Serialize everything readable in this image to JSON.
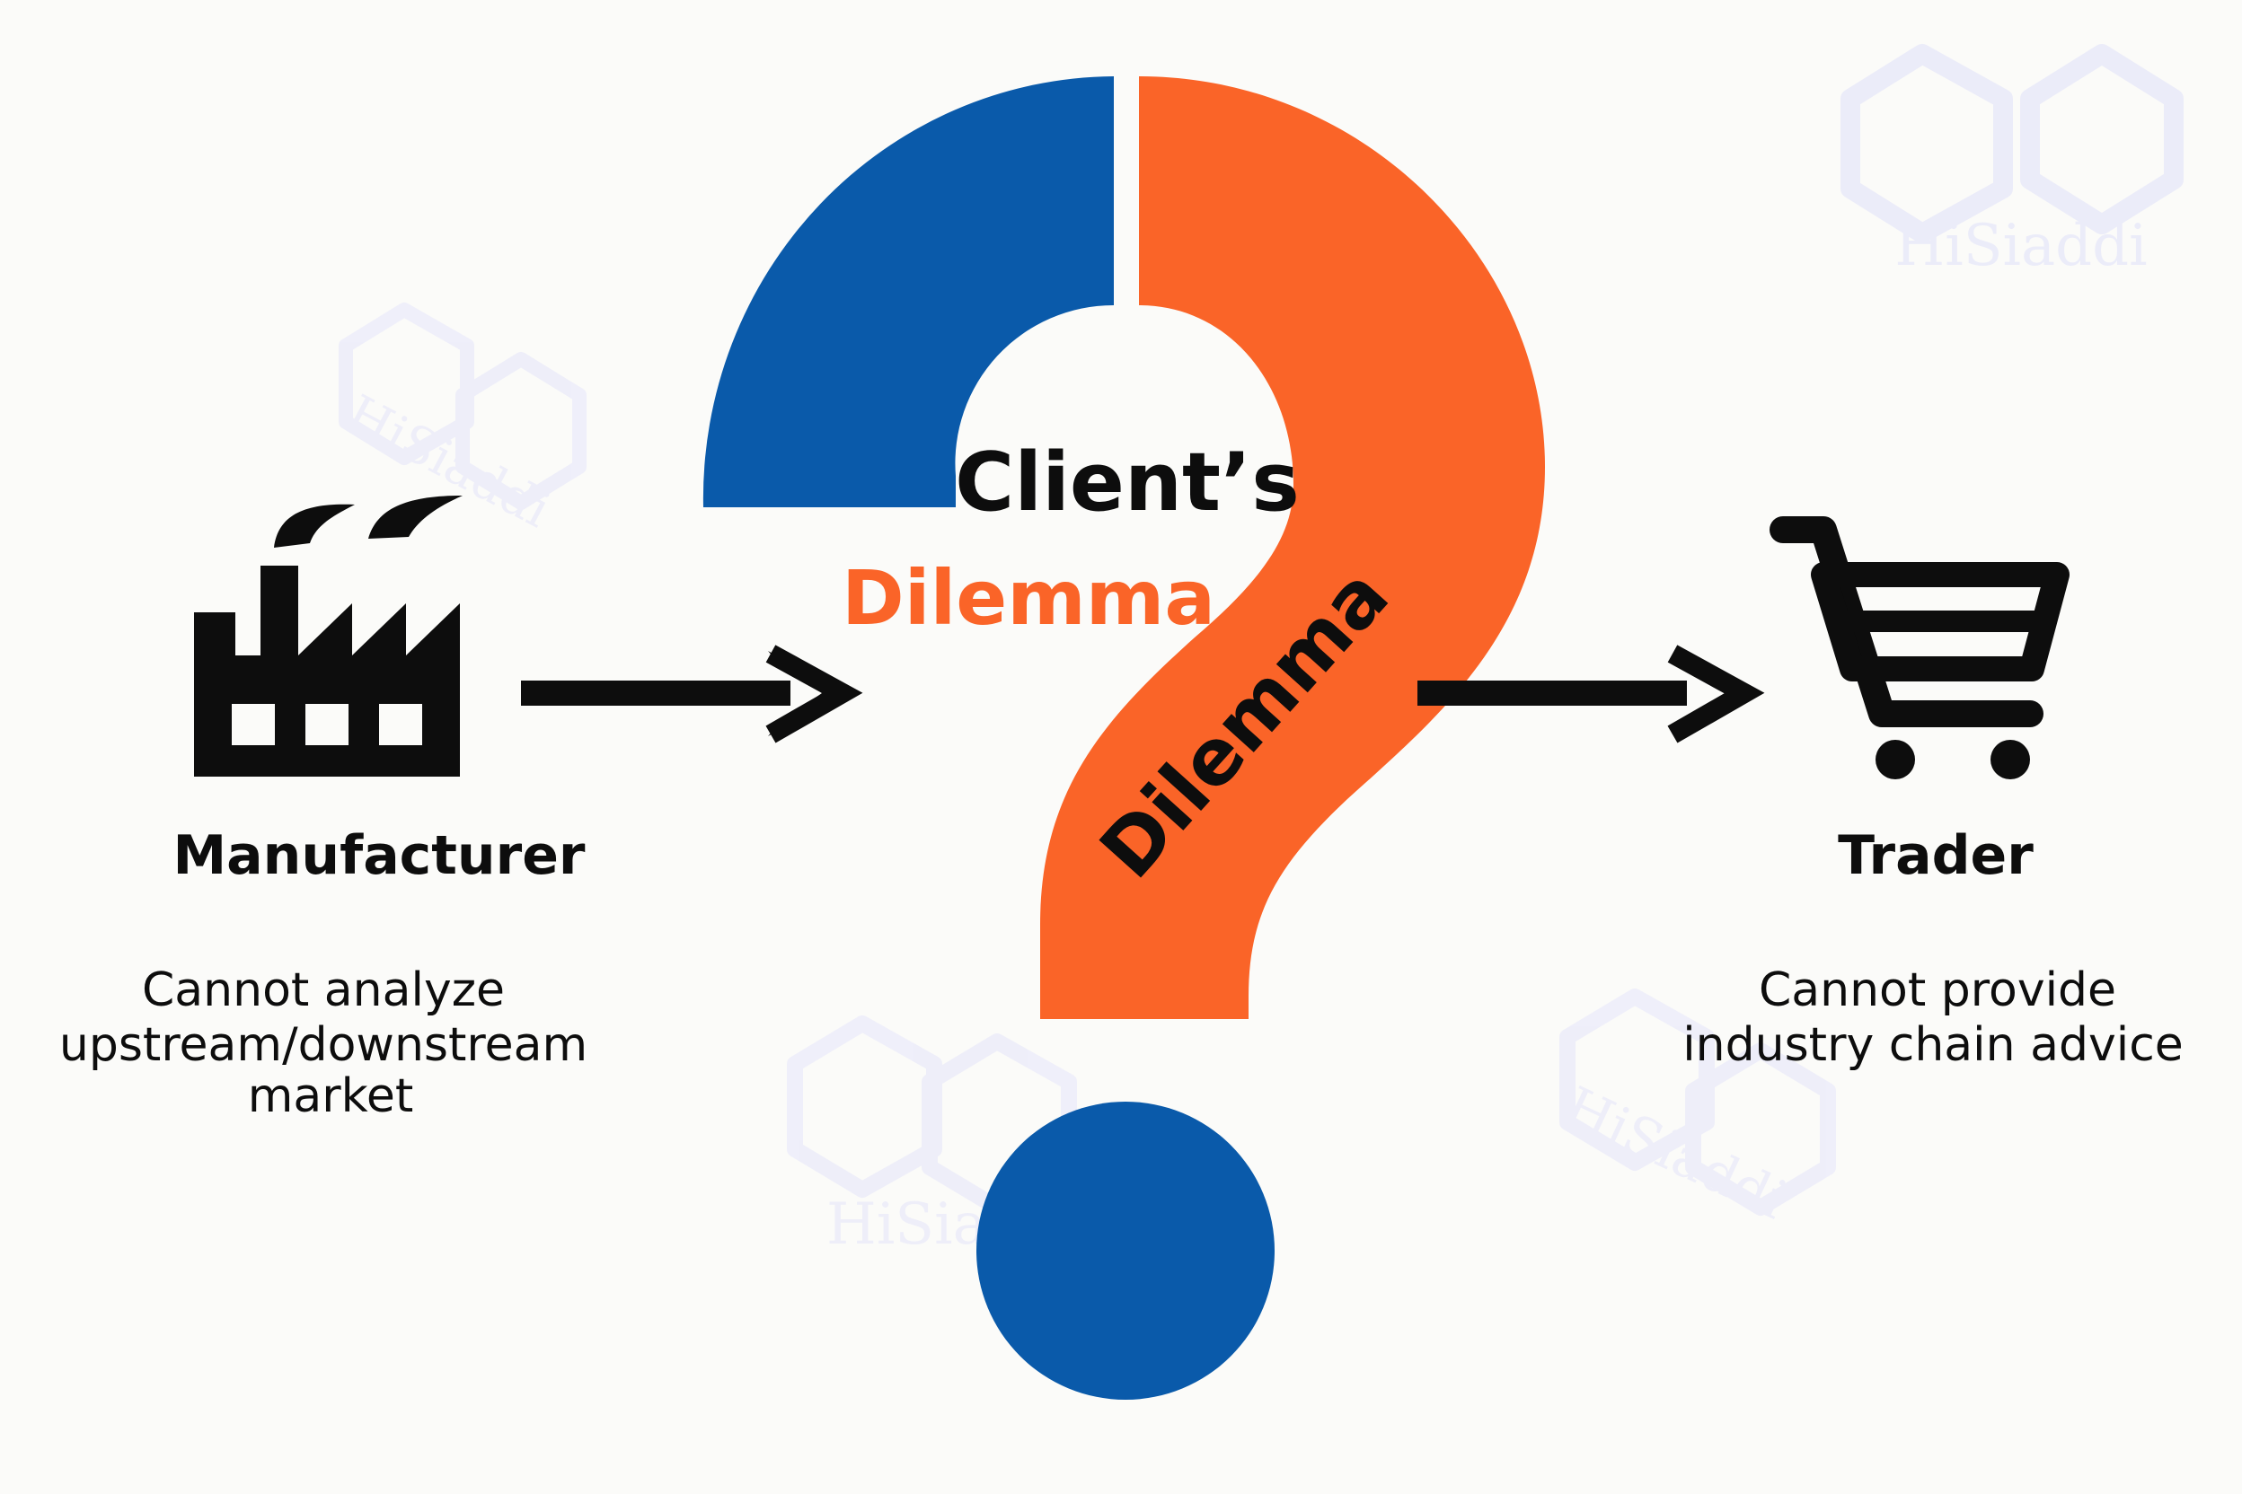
{
  "colors": {
    "blue": "#0a5aaa",
    "orange": "#fa6428",
    "black": "#0d0d0d",
    "watermark": "#dfe0fa",
    "background": "#fbfbf9"
  },
  "center": {
    "title_line1": "Client’s",
    "title_line2": "Dilemma",
    "stem_label": "Dilemma"
  },
  "left": {
    "icon": "factory-icon",
    "title": "Manufacturer",
    "desc_lines": [
      "Cannot analyze",
      "upstream/downstream",
      "market"
    ]
  },
  "right": {
    "icon": "shopping-cart-icon",
    "title": "Trader",
    "desc_lines": [
      "Cannot provide",
      "industry chain advice"
    ]
  },
  "watermark": {
    "text": "HiSiaddi",
    "icon": "molecule-logo-icon"
  }
}
